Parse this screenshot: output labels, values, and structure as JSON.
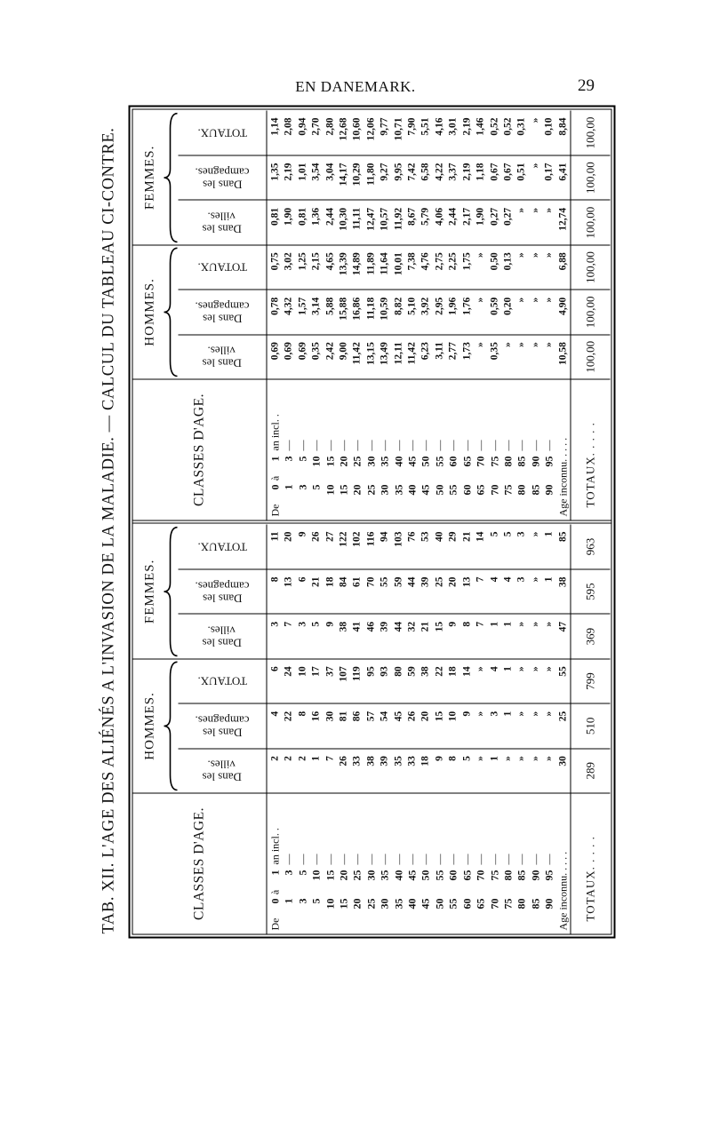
{
  "page_header": {
    "title": "EN DANEMARK.",
    "page_number": "29"
  },
  "table_title": "TAB. XII.  L'AGE DES ALIÉNÉS A L'INVASION DE LA MALADIE. — CALCUL DU TABLEAU CI-CONTRE.",
  "column_headers": {
    "classes": "CLASSES D'AGE.",
    "hommes": "HOMMES.",
    "femmes": "FEMMES.",
    "villes": [
      "Dans les",
      "villes."
    ],
    "campagnes": [
      "Dans les",
      "campagnes."
    ],
    "totaux": "TOTAUX."
  },
  "age_classes": [
    {
      "lead": "De",
      "from": "0",
      "mid": "à",
      "to": "1",
      "tail": "an incl. ."
    },
    {
      "from": "1",
      "to": "3",
      "tail": "—"
    },
    {
      "from": "3",
      "to": "5",
      "tail": "—"
    },
    {
      "from": "5",
      "to": "10",
      "tail": "—"
    },
    {
      "from": "10",
      "to": "15",
      "tail": "—"
    },
    {
      "from": "15",
      "to": "20",
      "tail": "—"
    },
    {
      "from": "20",
      "to": "25",
      "tail": "—"
    },
    {
      "from": "25",
      "to": "30",
      "tail": "—"
    },
    {
      "from": "30",
      "to": "35",
      "tail": "—"
    },
    {
      "from": "35",
      "to": "40",
      "tail": "—"
    },
    {
      "from": "40",
      "to": "45",
      "tail": "—"
    },
    {
      "from": "45",
      "to": "50",
      "tail": "—"
    },
    {
      "from": "50",
      "to": "55",
      "tail": "—"
    },
    {
      "from": "55",
      "to": "60",
      "tail": "—"
    },
    {
      "from": "60",
      "to": "65",
      "tail": "—"
    },
    {
      "from": "65",
      "to": "70",
      "tail": "—"
    },
    {
      "from": "70",
      "to": "75",
      "tail": "—"
    },
    {
      "from": "75",
      "to": "80",
      "tail": "—"
    },
    {
      "from": "80",
      "to": "85",
      "tail": "—"
    },
    {
      "from": "85",
      "to": "90",
      "tail": "—"
    },
    {
      "from": "90",
      "to": "95",
      "tail": "—"
    },
    {
      "label": "Age inconnu. . . . ."
    }
  ],
  "totals_label": "TOTAUX. . . . .",
  "absolute": {
    "hommes_villes": [
      "2",
      "2",
      "2",
      "1",
      "7",
      "26",
      "33",
      "38",
      "39",
      "35",
      "33",
      "18",
      "9",
      "8",
      "5",
      "»",
      "1",
      "»",
      "»",
      "»",
      "»",
      "30"
    ],
    "hommes_campagnes": [
      "4",
      "22",
      "8",
      "16",
      "30",
      "81",
      "86",
      "57",
      "54",
      "45",
      "26",
      "20",
      "15",
      "10",
      "9",
      "»",
      "3",
      "1",
      "»",
      "»",
      "»",
      "25"
    ],
    "hommes_totaux": [
      "6",
      "24",
      "10",
      "17",
      "37",
      "107",
      "119",
      "95",
      "93",
      "80",
      "59",
      "38",
      "22",
      "18",
      "14",
      "»",
      "4",
      "1",
      "»",
      "»",
      "»",
      "55"
    ],
    "femmes_villes": [
      "3",
      "7",
      "3",
      "5",
      "9",
      "38",
      "41",
      "46",
      "39",
      "44",
      "32",
      "21",
      "15",
      "9",
      "8",
      "7",
      "1",
      "1",
      "»",
      "»",
      "»",
      "47"
    ],
    "femmes_campagnes": [
      "8",
      "13",
      "6",
      "21",
      "18",
      "84",
      "61",
      "70",
      "55",
      "59",
      "44",
      "39",
      "25",
      "20",
      "13",
      "7",
      "4",
      "4",
      "3",
      "»",
      "1",
      "38"
    ],
    "femmes_totaux": [
      "11",
      "20",
      "9",
      "26",
      "27",
      "122",
      "102",
      "116",
      "94",
      "103",
      "76",
      "53",
      "40",
      "29",
      "21",
      "14",
      "5",
      "5",
      "3",
      "»",
      "1",
      "85"
    ],
    "totals": {
      "hommes_villes": "289",
      "hommes_campagnes": "510",
      "hommes_totaux": "799",
      "femmes_villes": "369",
      "femmes_campagnes": "595",
      "femmes_totaux": "963"
    }
  },
  "percent": {
    "hommes_villes": [
      "0,69",
      "0,69",
      "0,69",
      "0,35",
      "2,42",
      "9,00",
      "11,42",
      "13,15",
      "13,49",
      "12,11",
      "11,42",
      "6,23",
      "3,11",
      "2,77",
      "1,73",
      "»",
      "0,35",
      "»",
      "»",
      "»",
      "»",
      "10,58"
    ],
    "hommes_campagnes": [
      "0,78",
      "4,32",
      "1,57",
      "3,14",
      "5,88",
      "15,88",
      "16,86",
      "11,18",
      "10,59",
      "8,82",
      "5,10",
      "3,92",
      "2,95",
      "1,96",
      "1,76",
      "»",
      "0,59",
      "0,20",
      "»",
      "»",
      "»",
      "4,90"
    ],
    "hommes_totaux": [
      "0,75",
      "3,02",
      "1,25",
      "2,15",
      "4,65",
      "13,39",
      "14,89",
      "11,89",
      "11,64",
      "10,01",
      "7,38",
      "4,76",
      "2,75",
      "2,25",
      "1,75",
      "»",
      "0,50",
      "0,13",
      "»",
      "»",
      "»",
      "6,88"
    ],
    "femmes_villes": [
      "0,81",
      "1,90",
      "0,81",
      "1,36",
      "2,44",
      "10,30",
      "11,11",
      "12,47",
      "10,57",
      "11,92",
      "8,67",
      "5,79",
      "4,06",
      "2,44",
      "2,17",
      "1,90",
      "0,27",
      "0,27",
      "»",
      "»",
      "»",
      "12,74"
    ],
    "femmes_campagnes": [
      "1,35",
      "2,19",
      "1,01",
      "3,54",
      "3,04",
      "14,17",
      "10,29",
      "11,80",
      "9,27",
      "9,95",
      "7,42",
      "6,58",
      "4,22",
      "3,37",
      "2,19",
      "1,18",
      "0,67",
      "0,67",
      "0,51",
      "»",
      "0,17",
      "6,41"
    ],
    "femmes_totaux": [
      "1,14",
      "2,08",
      "0,94",
      "2,70",
      "2,80",
      "12,68",
      "10,60",
      "12,06",
      "9,77",
      "10,71",
      "7,90",
      "5,51",
      "4,16",
      "3,01",
      "2,19",
      "1,46",
      "0,52",
      "0,52",
      "0,31",
      "»",
      "0,10",
      "8,84"
    ],
    "totals": {
      "hommes_villes": "100,00",
      "hommes_campagnes": "100,00",
      "hommes_totaux": "100,00",
      "femmes_villes": "100,00",
      "femmes_campagnes": "100,00",
      "femmes_totaux": "100,00"
    }
  }
}
